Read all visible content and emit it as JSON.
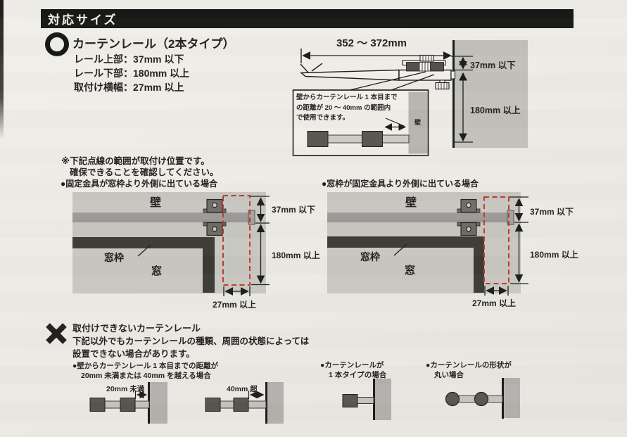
{
  "header": {
    "title": "対応サイズ"
  },
  "rail_type": {
    "heading": "カーテンレール（2本タイプ）",
    "specs": [
      "レール上部：37mm 以下",
      "レール下部：180mm 以上",
      "取付け横幅：27mm 以上"
    ]
  },
  "top_diagram": {
    "width_range": "352 〜 372mm",
    "upper_dim": "37mm 以下",
    "lower_dim": "180mm 以上",
    "callout": {
      "lines": [
        "壁からカーテンレール 1 本目まで",
        "の距離が 20 〜 40mm の範囲内",
        "で使用できます。"
      ],
      "wall_label": "壁"
    }
  },
  "note": {
    "line1": "※下記点線の範囲が取付け位置です。",
    "line2": "確保できることを確認してください。"
  },
  "cases": {
    "left": {
      "title": "●固定金具が窓枠より外側に出ている場合",
      "wall": "壁",
      "frame": "窓枠",
      "window": "窓",
      "dim_top": "37mm 以下",
      "dim_side": "180mm 以上",
      "dim_bottom": "27mm 以上"
    },
    "right": {
      "title": "●窓枠が固定金具より外側に出ている場合",
      "wall": "壁",
      "frame": "窓枠",
      "window": "窓",
      "dim_top": "37mm 以下",
      "dim_side": "180mm 以上",
      "dim_bottom": "27mm 以上"
    }
  },
  "ng": {
    "heading": "取付けできないカーテンレール",
    "desc1": "下記以外でもカーテンレールの種類、周囲の状態によっては",
    "desc2": "設置できない場合があります。",
    "bullets": [
      {
        "line1": "●壁からカーテンレール 1 本目までの距離が",
        "line2": "20mm 未満または 40mm を越える場合"
      },
      {
        "line1": "●カーテンレールが",
        "line2": "1 本タイプの場合"
      },
      {
        "line1": "●カーテンレールの形状が",
        "line2": "丸い場合"
      }
    ],
    "d1_label": "20mm 未満",
    "d2_label": "40mm 超"
  },
  "colors": {
    "header_bg": "#181816",
    "wall_gray": "#c6c4bf",
    "rail_gray": "#9b9995",
    "frame_dark": "#3b3a35",
    "hardware_dark": "#575550",
    "install_zone_red": "#c03a2c"
  }
}
